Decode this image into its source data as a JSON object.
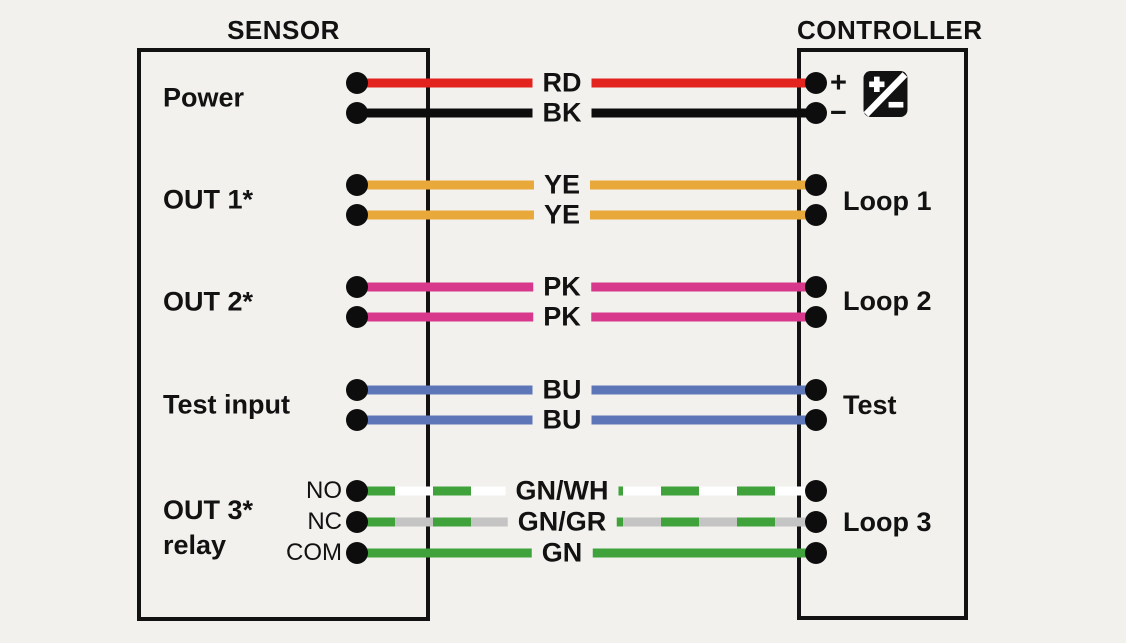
{
  "diagram": {
    "title_left": "SENSOR",
    "title_right": "CONTROLLER",
    "sensor": {
      "groups": [
        {
          "name": "power",
          "lines": [
            "Power"
          ]
        },
        {
          "name": "out-1",
          "lines": [
            "OUT 1*"
          ]
        },
        {
          "name": "out-2",
          "lines": [
            "OUT 2*"
          ]
        },
        {
          "name": "test-input",
          "lines": [
            "Test input"
          ]
        },
        {
          "name": "out-3-relay",
          "lines": [
            "OUT 3*",
            "relay"
          ]
        }
      ],
      "relay_pins": [
        "NO",
        "NC",
        "COM"
      ]
    },
    "controller": {
      "terminals": [
        "+",
        "−",
        "Loop 1",
        "Loop 2",
        "Test",
        "Loop 3"
      ],
      "power_icon": "dc-power-supply-icon"
    },
    "wires": [
      {
        "code": "RD",
        "color": "#e3231e",
        "dash": null
      },
      {
        "code": "BK",
        "color": "#0d0d0d",
        "dash": null
      },
      {
        "code": "YE",
        "color": "#e9a83a",
        "dash": null
      },
      {
        "code": "YE",
        "color": "#e9a83a",
        "dash": null
      },
      {
        "code": "PK",
        "color": "#d8388b",
        "dash": null
      },
      {
        "code": "PK",
        "color": "#d8388b",
        "dash": null
      },
      {
        "code": "BU",
        "color": "#5c76b8",
        "dash": null
      },
      {
        "code": "BU",
        "color": "#5c76b8",
        "dash": null
      },
      {
        "code": "GN/WH",
        "color": "#3fa23a",
        "dash": "#ffffff"
      },
      {
        "code": "GN/GR",
        "color": "#3fa23a",
        "dash": "#c4c4c4"
      },
      {
        "code": "GN",
        "color": "#3fa23a",
        "dash": null
      }
    ],
    "colors": {
      "background": "#f2f1ee",
      "box_stroke": "#121212",
      "text": "#121212",
      "terminal_dot": "#0d0d0d"
    }
  }
}
